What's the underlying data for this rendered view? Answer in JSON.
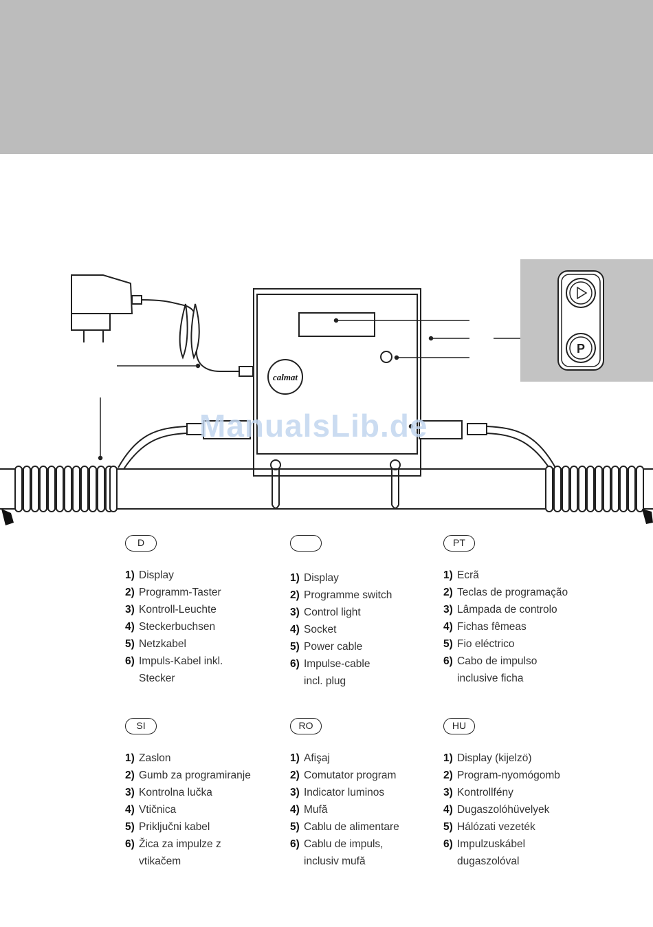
{
  "watermark": "ManualsLib.de",
  "device": {
    "brand": "calmat"
  },
  "languages": [
    {
      "code": "D",
      "items": [
        {
          "num": "1)",
          "text": "Display"
        },
        {
          "num": "2)",
          "text": "Programm-Taster"
        },
        {
          "num": "3)",
          "text": "Kontroll-Leuchte"
        },
        {
          "num": "4)",
          "text": "Steckerbuchsen"
        },
        {
          "num": "5)",
          "text": "Netzkabel"
        },
        {
          "num": "6)",
          "text": "Impuls-Kabel inkl.\nStecker"
        }
      ]
    },
    {
      "code": "",
      "items": [
        {
          "num": "1)",
          "text": "Display"
        },
        {
          "num": "2)",
          "text": "Programme switch"
        },
        {
          "num": "3)",
          "text": "Control light"
        },
        {
          "num": "4)",
          "text": "Socket"
        },
        {
          "num": "5)",
          "text": "Power cable"
        },
        {
          "num": "6)",
          "text": "Impulse-cable\nincl. plug"
        }
      ]
    },
    {
      "code": "PT",
      "items": [
        {
          "num": "1)",
          "text": "Ecrã"
        },
        {
          "num": "2)",
          "text": "Teclas de programação"
        },
        {
          "num": "3)",
          "text": "Lâmpada de controlo"
        },
        {
          "num": "4)",
          "text": "Fichas fêmeas"
        },
        {
          "num": "5)",
          "text": "Fio eléctrico"
        },
        {
          "num": "6)",
          "text": "Cabo de impulso\ninclusive ficha"
        }
      ]
    },
    {
      "code": "SI",
      "items": [
        {
          "num": "1)",
          "text": "Zaslon"
        },
        {
          "num": "2)",
          "text": "Gumb za programiranje"
        },
        {
          "num": "3)",
          "text": "Kontrolna lučka"
        },
        {
          "num": "4)",
          "text": "Vtičnica"
        },
        {
          "num": "5)",
          "text": "Priključni kabel"
        },
        {
          "num": "6)",
          "text": "Žica za impulze z\nvtikačem"
        }
      ]
    },
    {
      "code": "RO",
      "items": [
        {
          "num": "1)",
          "text": "Afişaj"
        },
        {
          "num": "2)",
          "text": "Comutator program"
        },
        {
          "num": "3)",
          "text": "Indicator luminos"
        },
        {
          "num": "4)",
          "text": "Mufă"
        },
        {
          "num": "5)",
          "text": "Cablu de alimentare"
        },
        {
          "num": "6)",
          "text": "Cablu de impuls,\ninclusiv mufă"
        }
      ]
    },
    {
      "code": "HU",
      "items": [
        {
          "num": "1)",
          "text": "Display (kijelzö)"
        },
        {
          "num": "2)",
          "text": "Program-nyomógomb"
        },
        {
          "num": "3)",
          "text": "Kontrollfény"
        },
        {
          "num": "4)",
          "text": "Dugaszolóhüvelyek"
        },
        {
          "num": "5)",
          "text": "Hálózati vezeték"
        },
        {
          "num": "6)",
          "text": "Impulzuskábel\ndugaszolóval"
        }
      ]
    }
  ]
}
